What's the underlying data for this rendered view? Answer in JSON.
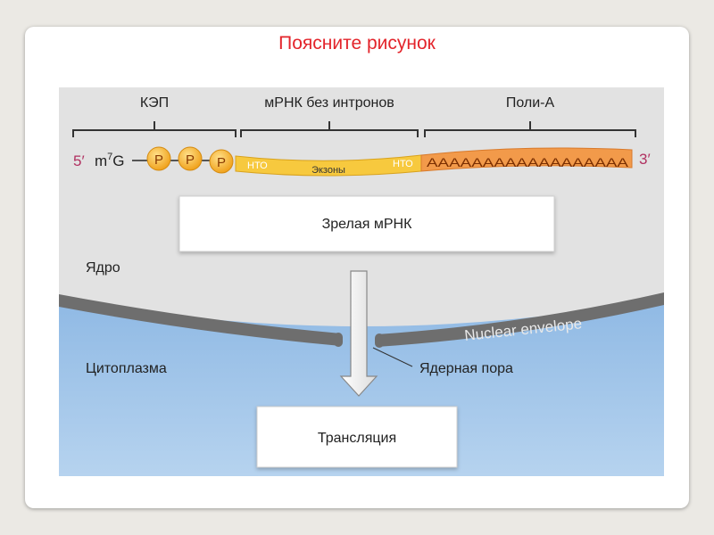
{
  "slide": {
    "title": "Поясните рисунок"
  },
  "diagram": {
    "brackets": {
      "cap": "КЭП",
      "mrna": "мРНК без интронов",
      "polya": "Поли-А"
    },
    "strand": {
      "five_prime": "5′",
      "m7g_base": "m",
      "m7g_sup": "7",
      "m7g_g": "G",
      "phosphate": "P",
      "utr_left": "НТО",
      "exons": "Экзоны",
      "utr_right": "НТО",
      "polya_tail": "AAAAAAAAAAAAAAAAAA",
      "three_prime": "3′"
    },
    "mature_box": "Зрелая мРНК",
    "nucleus": "Ядро",
    "envelope": "Nuclear envelope",
    "cytoplasm": "Цитоплазма",
    "pore": "Ядерная пора",
    "translation_box": "Трансляция"
  },
  "colors": {
    "title_red": "#e3242b",
    "nucleus_bg": "#e2e2e2",
    "cytoplasm_blue": "#9ec3e8",
    "envelope_gray": "#6e6e6e",
    "mrna_yellow": "#f7c93e",
    "polya_orange": "#f29a4a",
    "phosphate_orange": "#f4a623",
    "prime_magenta": "#b03060"
  }
}
